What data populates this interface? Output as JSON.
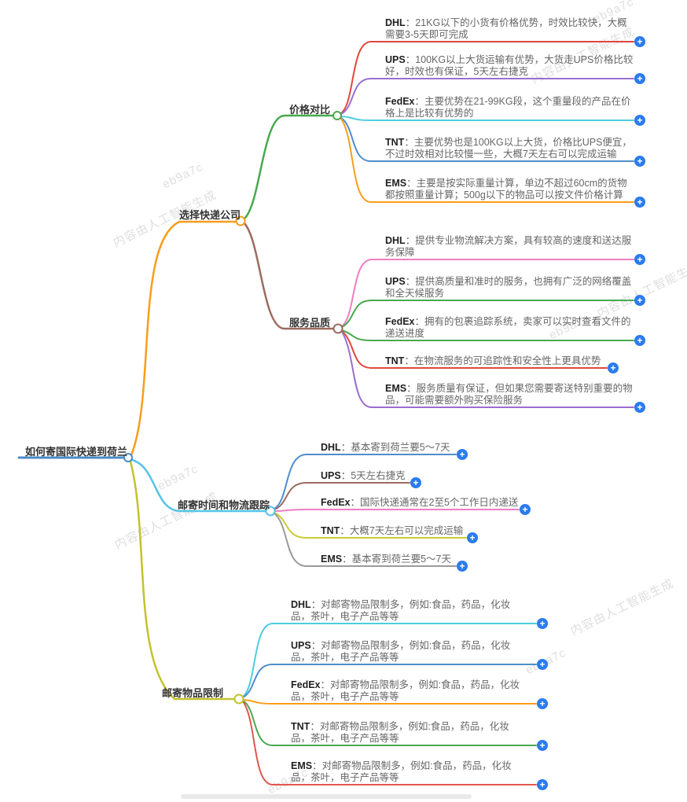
{
  "palette": {
    "root": "#4a8cc6",
    "orange": "#f99d1c",
    "sky": "#56c4e8",
    "olive": "#c2c32d",
    "green": "#49a94f",
    "brown": "#9c6b5f",
    "red": "#e0473d",
    "purple": "#9a6fd0",
    "cyan": "#4ecde0",
    "blue": "#4f8ecb",
    "pink": "#f07ec4",
    "yellow": "#c9cc32",
    "gray": "#9b9b9b",
    "red_light": "#e2574f",
    "plus_bg": "#2b7bed"
  },
  "icons": {
    "plus": "+"
  },
  "watermark": {
    "text": "内容由人工智能生成",
    "code": "eb9a7c"
  },
  "mindmap": {
    "root": "如何寄国际快递到荷兰",
    "branches": [
      {
        "label": "选择快递公司",
        "subbranches": [
          {
            "label": "价格对比",
            "leaves": [
              {
                "brand": "DHL",
                "desc": "：21KG以下的小货有价格优势，时效比较快，大概需要3-5天即可完成"
              },
              {
                "brand": "UPS",
                "desc": "：100KG以上大货运输有优势，大货走UPS价格比较好，时效也有保证，5天左右捷克"
              },
              {
                "brand": "FedEx",
                "desc": "：主要优势在21-99KG段，这个重量段的产品在价格上是比较有优势的"
              },
              {
                "brand": "TNT",
                "desc": "：主要优势也是100KG以上大货，价格比UPS便宜，不过时效相对比较慢一些，大概7天左右可以完成运输"
              },
              {
                "brand": "EMS",
                "desc": "：主要是按实际重量计算，单边不超过60cm的货物都按照重量计算；500g以下的物品可以按文件价格计算"
              }
            ]
          },
          {
            "label": "服务品质",
            "leaves": [
              {
                "brand": "DHL",
                "desc": "：提供专业物流解决方案，具有较高的速度和送达服务保障"
              },
              {
                "brand": "UPS",
                "desc": "：提供高质量和准时的服务，也拥有广泛的网络覆盖和全天候服务"
              },
              {
                "brand": "FedEx",
                "desc": "：拥有的包裹追踪系统，卖家可以实时查看文件的递送进度"
              },
              {
                "brand": "TNT",
                "desc": "：在物流服务的可追踪性和安全性上更具优势"
              },
              {
                "brand": "EMS",
                "desc": "：服务质量有保证，但如果您需要寄送特别重要的物品，可能需要额外购买保险服务"
              }
            ]
          }
        ]
      },
      {
        "label": "邮寄时间和物流跟踪",
        "leaves": [
          {
            "brand": "DHL",
            "desc": "：基本寄到荷兰要5～7天"
          },
          {
            "brand": "UPS",
            "desc": "：5天左右捷克"
          },
          {
            "brand": "FedEx",
            "desc": "：国际快递通常在2至5个工作日内递送"
          },
          {
            "brand": "TNT",
            "desc": "：大概7天左右可以完成运输"
          },
          {
            "brand": "EMS",
            "desc": "：基本寄到荷兰要5～7天"
          }
        ]
      },
      {
        "label": "邮寄物品限制",
        "leaves": [
          {
            "brand": "DHL",
            "desc": "：对邮寄物品限制多，例如:食品，药品，化妆品，茶叶，电子产品等等"
          },
          {
            "brand": "UPS",
            "desc": "：对邮寄物品限制多，例如:食品，药品，化妆品，茶叶，电子产品等等"
          },
          {
            "brand": "FedEx",
            "desc": "：对邮寄物品限制多，例如:食品，药品，化妆品，茶叶，电子产品等等"
          },
          {
            "brand": "TNT",
            "desc": "：对邮寄物品限制多，例如:食品，药品，化妆品，茶叶，电子产品等等"
          },
          {
            "brand": "EMS",
            "desc": "：对邮寄物品限制多，例如:食品，药品，化妆品，茶叶，电子产品等等"
          }
        ]
      }
    ]
  }
}
